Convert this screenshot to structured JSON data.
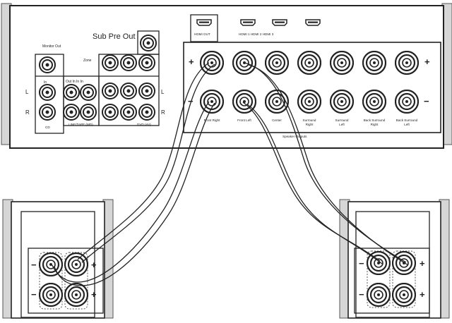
{
  "receiver": {
    "sub_pre_out": "Sub Pre Out",
    "monitor_out": "Monitor Out",
    "hdmi_out": "HDMI OUT",
    "hdmi_inputs_label": "HDMI 1  HDMI 2  HDMI 3",
    "zone_label": "Zone",
    "in_label": "In",
    "out_in_label": "Out In In In",
    "cd_label": "CD",
    "tape_label": "LINE/TAPE (MD)",
    "dvd_label": "DVD (AV)",
    "side_l": "L",
    "side_r": "R",
    "plus": "+",
    "minus": "−",
    "speaker_outputs": "Speaker Outputs",
    "speaker_channels": [
      "Front Right",
      "Front Left",
      "Center",
      "Surround Right",
      "Surround Left",
      "Back Surround Right",
      "Back Surround Left"
    ]
  },
  "speakers": {
    "plus": "+",
    "minus": "−"
  }
}
